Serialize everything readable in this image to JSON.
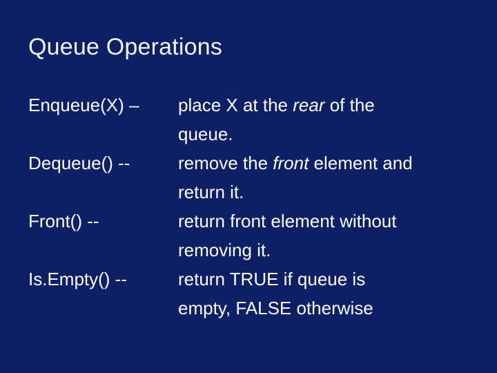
{
  "slide": {
    "title": "Queue Operations",
    "background_color": "#0d2066",
    "text_color": "#ffffff",
    "title_color": "#f2f3f7"
  },
  "operations": [
    {
      "term": "Enqueue(X) –",
      "line1_before": "place X at the ",
      "line1_emphasis": "rear",
      "line1_after": " of the",
      "line2": "queue."
    },
    {
      "term": "Dequeue() --",
      "line1_before": "remove the ",
      "line1_emphasis": "front",
      "line1_after": " element and",
      "line2": "return it."
    },
    {
      "term": "Front() --",
      "line1_before": "return front element without",
      "line1_emphasis": "",
      "line1_after": "",
      "line2": "removing it."
    },
    {
      "term": "Is.Empty() --",
      "line1_before": "return TRUE if queue is",
      "line1_emphasis": "",
      "line1_after": "",
      "line2": "empty, FALSE otherwise"
    }
  ]
}
